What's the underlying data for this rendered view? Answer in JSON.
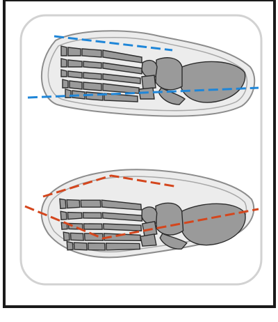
{
  "figure": {
    "panels": [
      {
        "id": "top-foot",
        "guide_line_color": "#1f86d8",
        "guide_style": "dashed"
      },
      {
        "id": "bottom-foot",
        "guide_line_color": "#d4461d",
        "guide_style": "dashed"
      }
    ],
    "colors": {
      "bone_fill": "#9a9a9a",
      "bone_outline": "#2b2b2b",
      "insole_outline": "#8c8c8c",
      "card_border": "#d2d2d2",
      "frame_border": "#1a1a1a",
      "background": "#ffffff"
    }
  }
}
